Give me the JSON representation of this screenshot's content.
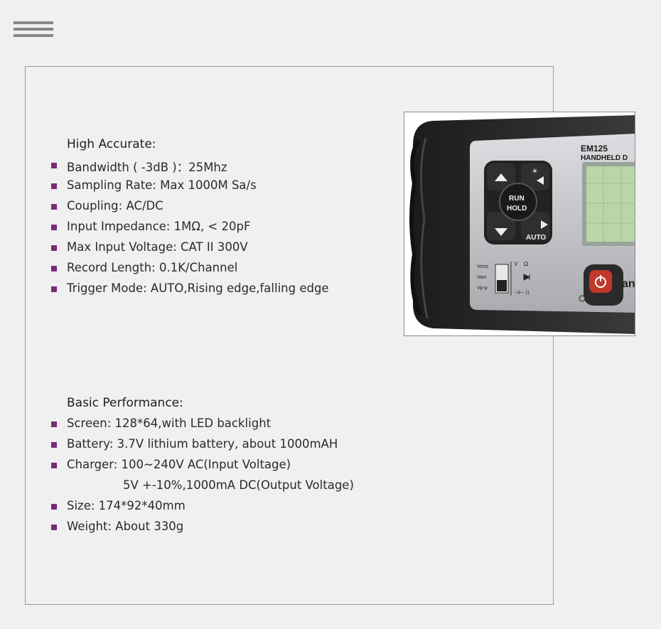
{
  "sections": {
    "accurate": {
      "title": "High Accurate:",
      "items": [
        "Bandwidth ( -3dB )：25Mhz",
        "Sampling Rate: Max 1000M Sa/s",
        "Coupling: AC/DC",
        "Input Impedance: 1MΩ, < 20pF",
        "Max Input Voltage: CAT II 300V",
        "Record Length: 0.1K/Channel",
        "Trigger Mode: AUTO,Rising edge,falling edge"
      ]
    },
    "performance": {
      "title": "Basic Performance:",
      "items": [
        "Screen: 128*64,with LED backlight",
        "Battery: 3.7V lithium battery, about 1000mAH",
        "Charger: 100~240V AC(Input Voltage)",
        "5V +-10%,1000mA DC(Output Voltage)",
        "Size: 174*92*40mm",
        "Weight: About 330g"
      ]
    }
  },
  "device": {
    "model": "EM125",
    "subtitle": "HANDHELD D",
    "run_label": "RUN",
    "hold_label": "HOLD",
    "auto_label": "AUTO",
    "mode_vrms": "Vrms",
    "mode_vavr": "Vavr",
    "mode_vpp": "Vp-p",
    "mode_v": "V",
    "mode_ohm": "Ω",
    "brand_fragment": "an",
    "colors": {
      "bezel": "#2b2b2b",
      "panel": "#c8c9cb",
      "screen": "#b8d6a8",
      "power": "#c0392b"
    }
  },
  "icons": {
    "menu": "hamburger-menu-icon",
    "bullet": "square-bullet-icon"
  }
}
